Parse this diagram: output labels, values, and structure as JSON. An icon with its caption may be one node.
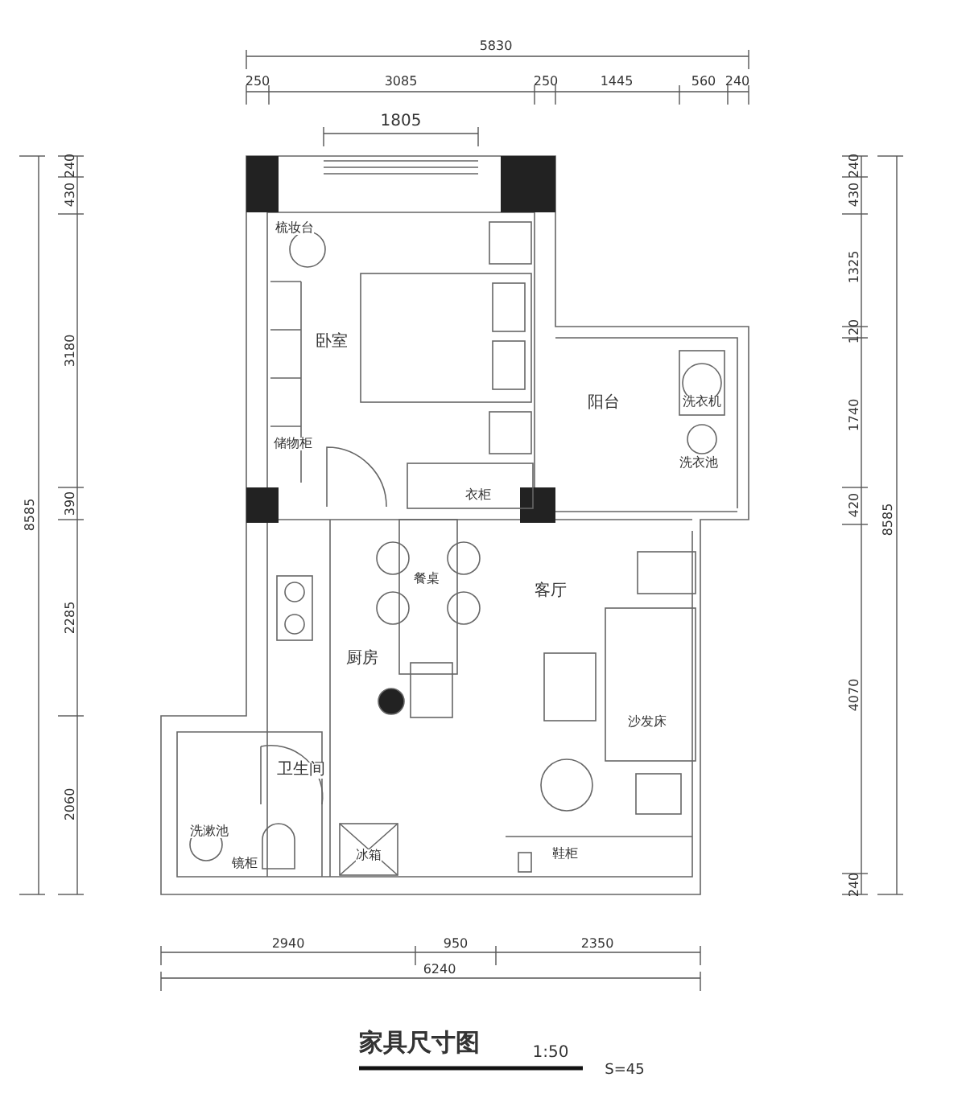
{
  "diagram": {
    "title": "家具尺寸图",
    "labels": [
      "5830",
      "250",
      "3085",
      "250",
      "1445",
      "560",
      "240",
      "1805",
      "240",
      "430",
      "3180",
      "390",
      "2285",
      "2060",
      "8585",
      "240",
      "430",
      "1325",
      "120",
      "1740",
      "420",
      "4070",
      "240",
      "8585",
      "梳妆台",
      "卧室",
      "储物柜",
      "阳台",
      "洗衣机",
      "洗衣池",
      "衣柜",
      "餐桌",
      "客厅",
      "厨房",
      "沙发床",
      "卫生间",
      "洗漱池",
      "冰箱",
      "鞋柜",
      "镜柜",
      "2940",
      "950",
      "2350",
      "6240",
      "1:50",
      "S=45"
    ]
  }
}
